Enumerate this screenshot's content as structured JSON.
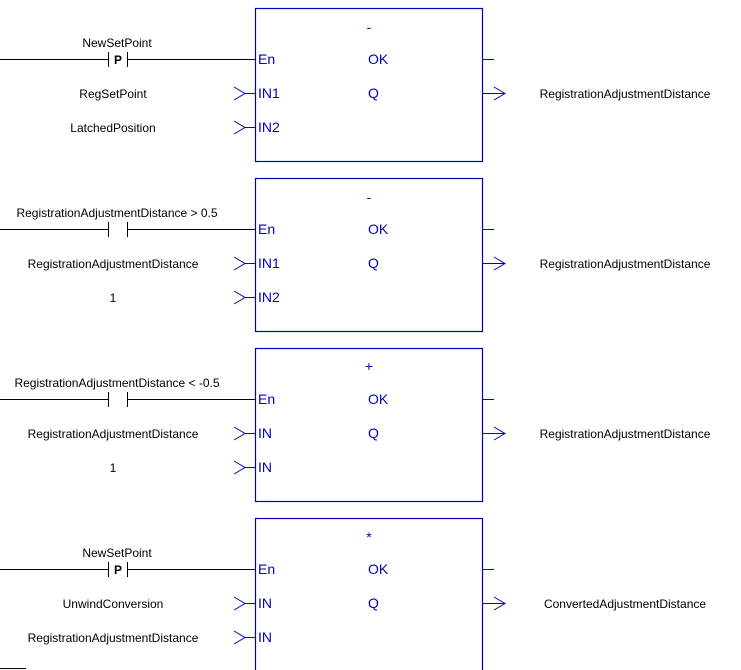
{
  "rungs": [
    {
      "operator": "-",
      "contact": {
        "label": "NewSetPoint",
        "type": "P"
      },
      "inputs": [
        {
          "value": "RegSetPoint",
          "pin": "IN1"
        },
        {
          "value": "LatchedPosition",
          "pin": "IN2"
        }
      ],
      "en_pin": "En",
      "ok_pin": "OK",
      "q_pin": "Q",
      "output": "RegistrationAdjustmentDistance"
    },
    {
      "operator": "-",
      "contact": {
        "label": "RegistrationAdjustmentDistance > 0.5",
        "type": ""
      },
      "inputs": [
        {
          "value": "RegistrationAdjustmentDistance",
          "pin": "IN1"
        },
        {
          "value": "1",
          "pin": "IN2"
        }
      ],
      "en_pin": "En",
      "ok_pin": "OK",
      "q_pin": "Q",
      "output": "RegistrationAdjustmentDistance"
    },
    {
      "operator": "+",
      "contact": {
        "label": "RegistrationAdjustmentDistance < -0.5",
        "type": ""
      },
      "inputs": [
        {
          "value": "RegistrationAdjustmentDistance",
          "pin": "IN"
        },
        {
          "value": "1",
          "pin": "IN"
        }
      ],
      "en_pin": "En",
      "ok_pin": "OK",
      "q_pin": "Q",
      "output": "RegistrationAdjustmentDistance"
    },
    {
      "operator": "*",
      "contact": {
        "label": "NewSetPoint",
        "type": "P"
      },
      "inputs": [
        {
          "value": "UnwindConversion",
          "pin": "IN"
        },
        {
          "value": "RegistrationAdjustmentDistance",
          "pin": "IN"
        }
      ],
      "en_pin": "En",
      "ok_pin": "OK",
      "q_pin": "Q",
      "output": "ConvertedAdjustmentDistance"
    }
  ],
  "colors": {
    "block": "#0000c0",
    "wire": "#000000"
  }
}
